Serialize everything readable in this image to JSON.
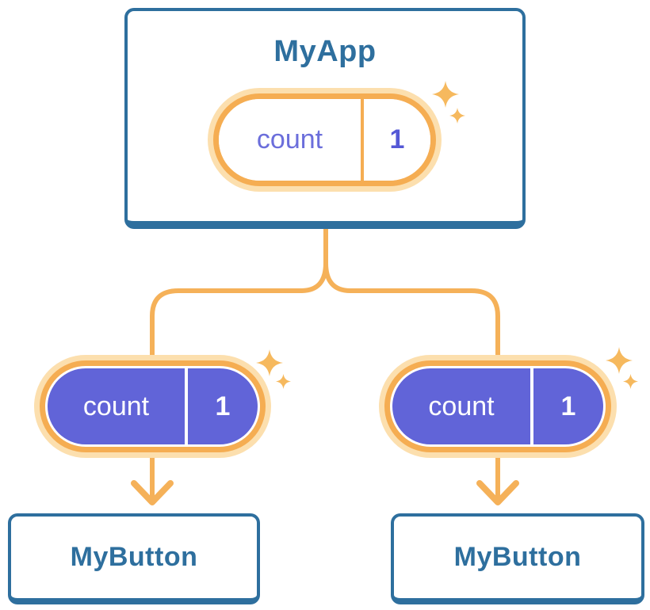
{
  "diagram": {
    "description": "React component tree with state passed from parent to children",
    "root": {
      "title": "MyApp",
      "state": {
        "name": "count",
        "value": "1"
      }
    },
    "children": [
      {
        "title": "MyButton",
        "state": {
          "name": "count",
          "value": "1"
        }
      },
      {
        "title": "MyButton",
        "state": {
          "name": "count",
          "value": "1"
        }
      }
    ]
  },
  "icons": {
    "sparkle": "four-point-star",
    "arrow": "arrow-down"
  },
  "colors": {
    "card_border_blue": "#2e6f9e",
    "title_text_blue": "#2e6f9e",
    "connector_orange": "#f5b159",
    "pill_ring_orange": "#f5ad52",
    "pill_halo_orange": "#fcdfae",
    "state_fill_indigo": "#6164d8",
    "state_name_indigo": "#6b6edb",
    "state_value_indigo": "#5458d6",
    "sparkle_orange": "#f6b95e",
    "background": "#ffffff"
  }
}
